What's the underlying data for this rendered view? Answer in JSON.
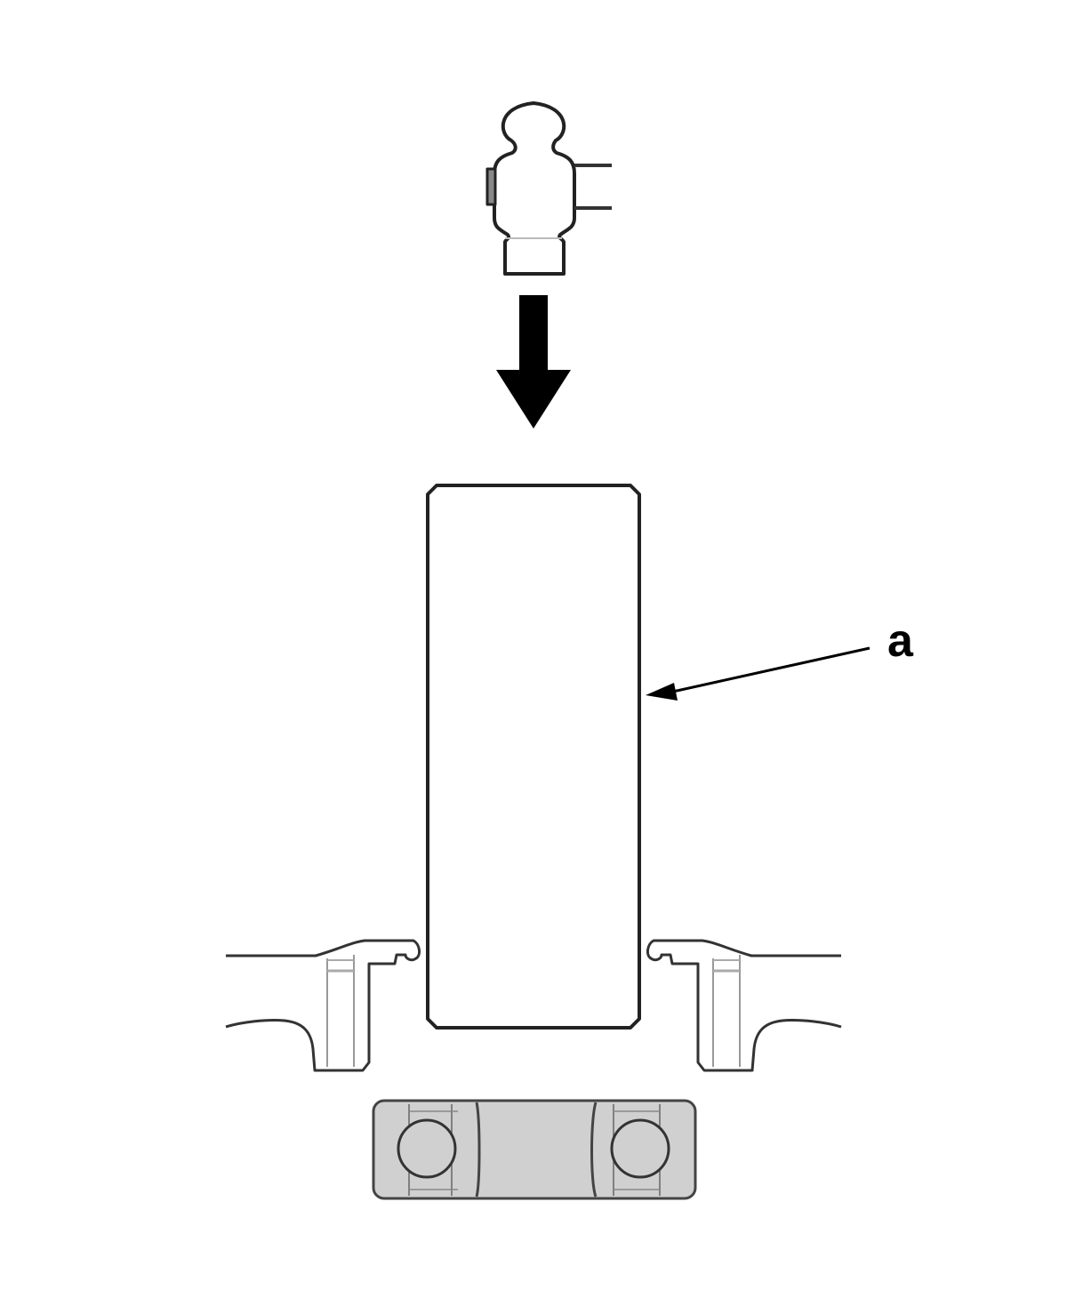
{
  "diagram": {
    "type": "assembly-illustration",
    "callouts": [
      {
        "id": "a",
        "label": "a",
        "target": "rectangular-part-right-edge"
      }
    ],
    "components": [
      {
        "name": "sensor-connector",
        "description": "Connector/sensor head with two pins, inserted downward"
      },
      {
        "name": "direction-arrow",
        "description": "Large black downward arrow indicating insertion direction"
      },
      {
        "name": "rectangular-part",
        "description": "Tall rounded rectangle block with callout a"
      },
      {
        "name": "left-mount-bracket",
        "description": "Left clip/bracket holding the part"
      },
      {
        "name": "right-mount-bracket",
        "description": "Right clip/bracket holding the part"
      },
      {
        "name": "base-plate",
        "description": "Gray base plate with two circular holes"
      }
    ],
    "colors": {
      "line": "#222222",
      "base_fill": "#d0d0d0",
      "thin_line": "#888888",
      "background": "#ffffff"
    }
  }
}
